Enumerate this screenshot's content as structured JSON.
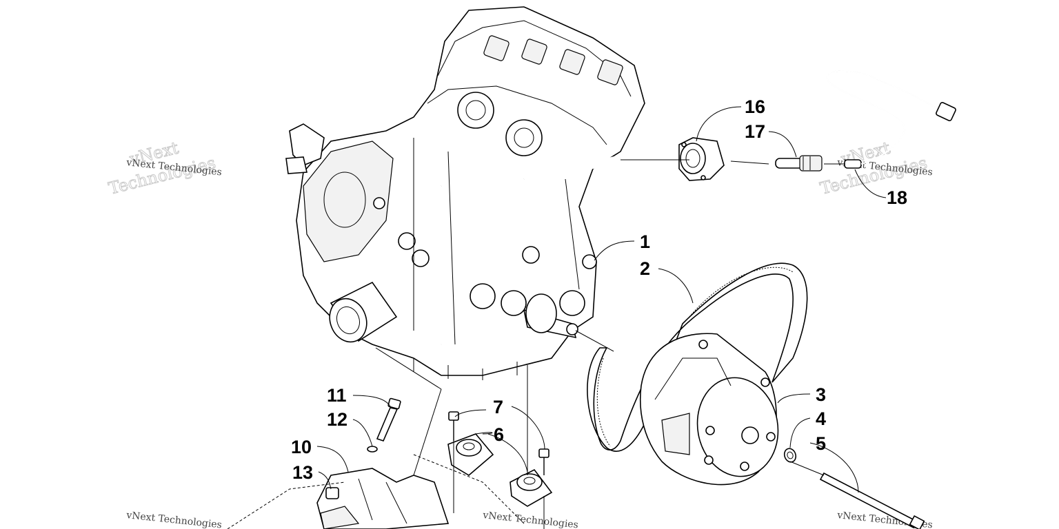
{
  "diagram": {
    "part_labels": [
      "1",
      "2",
      "3",
      "4",
      "5",
      "6",
      "7",
      "10",
      "11",
      "12",
      "13",
      "16",
      "17",
      "18"
    ],
    "watermark": {
      "line1": "vNext Technologies",
      "line2_a": "vNext",
      "line2_b": "Technologies"
    }
  }
}
